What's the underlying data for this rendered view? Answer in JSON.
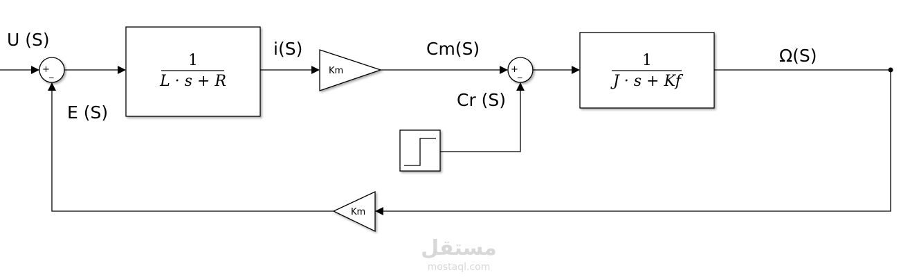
{
  "signals": {
    "u": "U (S)",
    "e": "E (S)",
    "i": "i(S)",
    "cm": "Cm(S)",
    "cr": "Cr (S)",
    "omega": "Ω(S)"
  },
  "blocks": {
    "electrical": {
      "numerator": "1",
      "denominator": "L · s + R"
    },
    "mechanical": {
      "numerator": "1",
      "denominator": "J · s + Kf"
    },
    "gain_forward": "Km",
    "gain_feedback": "Km"
  },
  "sum1": {
    "plus": "+",
    "minus": "_"
  },
  "sum2": {
    "plus": "+",
    "minus": "_"
  },
  "watermark": {
    "arabic": "مستقل",
    "site": "mostaql.com"
  }
}
